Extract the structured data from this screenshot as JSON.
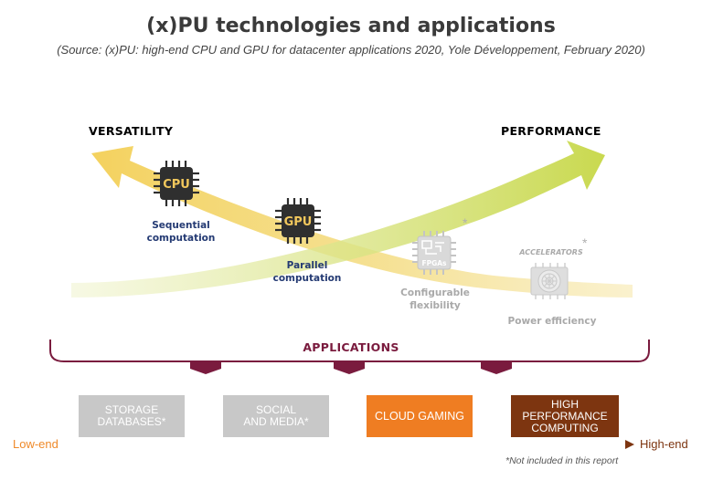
{
  "title": "(x)PU technologies and applications",
  "source": "(Source: (x)PU: high-end CPU and GPU for datacenter applications 2020, Yole Développement, February 2020)",
  "arrows": {
    "versatility": "VERSATILITY",
    "performance": "PERFORMANCE"
  },
  "chips": [
    {
      "chip_label": "CPU",
      "caption": "Sequential\ncomputation",
      "icon": "cpu-chip-icon"
    },
    {
      "chip_label": "GPU",
      "caption": "Parallel\ncomputation",
      "icon": "gpu-chip-icon"
    },
    {
      "chip_label": "FPGAs",
      "caption": "Configurable\nflexibility",
      "asterisk": "*",
      "icon": "fpga-chip-icon"
    },
    {
      "chip_label": "ACCELERATORS",
      "caption": "Power efficiency",
      "asterisk": "*",
      "icon": "accelerator-fan-icon"
    }
  ],
  "applications_label": "APPLICATIONS",
  "applications": [
    {
      "label": "STORAGE\nDATABASES*",
      "color": "#c8c8c8"
    },
    {
      "label": "SOCIAL\nAND MEDIA*",
      "color": "#c8c8c8"
    },
    {
      "label": "CLOUD GAMING",
      "color": "#ef7d22"
    },
    {
      "label": "HIGH\nPERFORMANCE\nCOMPUTING",
      "color": "#7d3510"
    }
  ],
  "scale": {
    "low": "Low-end",
    "high": "High-end"
  },
  "footnote": "*Not included in this report",
  "colors": {
    "versatility": "#e8c23d",
    "performance": "#bccf3d",
    "brace": "#7a1b3e",
    "chip_dark": "#2f2f2f",
    "chip_text": "#f1c75c",
    "caption": "#243a73",
    "low_end": "#ef8a2a",
    "high_end": "#7d3510"
  }
}
